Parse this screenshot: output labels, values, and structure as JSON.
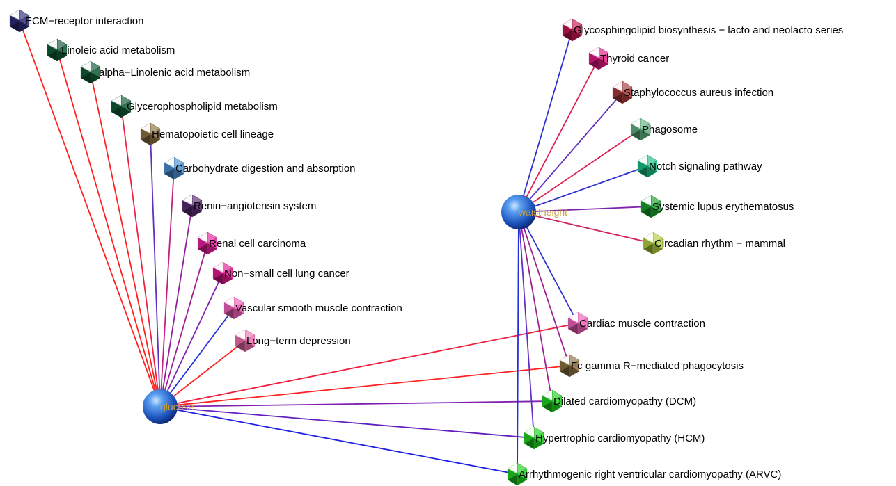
{
  "hubs": [
    {
      "id": "glucose",
      "label": "glucose"
    },
    {
      "id": "waistheight",
      "label": "waistheight"
    }
  ],
  "nodes": [
    {
      "id": "ecm",
      "label": "ECM−receptor interaction",
      "color": "#2a2a78"
    },
    {
      "id": "linoleic",
      "label": "Linoleic acid metabolism",
      "color": "#0f5a34"
    },
    {
      "id": "alpha_linolenic",
      "label": "alpha−Linolenic acid metabolism",
      "color": "#0f5a34"
    },
    {
      "id": "glycerophospholipid",
      "label": "Glycerophospholipid metabolism",
      "color": "#0f5a34"
    },
    {
      "id": "hematopoietic",
      "label": "Hematopoietic cell lineage",
      "color": "#8a7040"
    },
    {
      "id": "carbohydrate",
      "label": "Carbohydrate digestion and absorption",
      "color": "#4a8ed0"
    },
    {
      "id": "renin",
      "label": "Renin−angiotensin system",
      "color": "#5a2a70"
    },
    {
      "id": "renal",
      "label": "Renal cell carcinoma",
      "color": "#e8209a"
    },
    {
      "id": "nsclc",
      "label": "Non−small cell lung cancer",
      "color": "#e01890"
    },
    {
      "id": "vascular",
      "label": "Vascular smooth muscle contraction",
      "color": "#f060b8"
    },
    {
      "id": "ltd",
      "label": "Long−term depression",
      "color": "#f070b0"
    },
    {
      "id": "glycosphingolipid",
      "label": "Glycosphingolipid biosynthesis − lacto and neolacto series",
      "color": "#c01850"
    },
    {
      "id": "thyroid",
      "label": "Thyroid cancer",
      "color": "#e01880"
    },
    {
      "id": "staph",
      "label": "Staphylococcus aureus infection",
      "color": "#a83a3a"
    },
    {
      "id": "phagosome",
      "label": "Phagosome",
      "color": "#60b080"
    },
    {
      "id": "notch",
      "label": "Notch signaling pathway",
      "color": "#18c080"
    },
    {
      "id": "sle",
      "label": "Systemic lupus erythematosus",
      "color": "#18a030"
    },
    {
      "id": "circadian",
      "label": "Circadian rhythm − mammal",
      "color": "#b0d040"
    },
    {
      "id": "cardiac",
      "label": "Cardiac muscle contraction",
      "color": "#f060b8"
    },
    {
      "id": "fcgamma",
      "label": "Fc gamma R−mediated phagocytosis",
      "color": "#8a7040"
    },
    {
      "id": "dcm",
      "label": "Dilated cardiomyopathy (DCM)",
      "color": "#20d020"
    },
    {
      "id": "hcm",
      "label": "Hypertrophic cardiomyopathy (HCM)",
      "color": "#20d020"
    },
    {
      "id": "arvc",
      "label": "Arrhythmogenic right ventricular cardiomyopathy (ARVC)",
      "color": "#20d020"
    }
  ],
  "edges": [
    {
      "source": "glucose",
      "target": "ecm",
      "color": "#ff2020"
    },
    {
      "source": "glucose",
      "target": "linoleic",
      "color": "#ff2020"
    },
    {
      "source": "glucose",
      "target": "alpha_linolenic",
      "color": "#ff2020"
    },
    {
      "source": "glucose",
      "target": "glycerophospholipid",
      "color": "#ee2040"
    },
    {
      "source": "glucose",
      "target": "hematopoietic",
      "color": "#6030c0"
    },
    {
      "source": "glucose",
      "target": "carbohydrate",
      "color": "#c02080"
    },
    {
      "source": "glucose",
      "target": "renin",
      "color": "#9020a0"
    },
    {
      "source": "glucose",
      "target": "renal",
      "color": "#a02090"
    },
    {
      "source": "glucose",
      "target": "nsclc",
      "color": "#8020b0"
    },
    {
      "source": "glucose",
      "target": "vascular",
      "color": "#2030e0"
    },
    {
      "source": "glucose",
      "target": "ltd",
      "color": "#ff2020"
    },
    {
      "source": "glucose",
      "target": "cardiac",
      "color": "#ee2040"
    },
    {
      "source": "glucose",
      "target": "fcgamma",
      "color": "#ff2020"
    },
    {
      "source": "glucose",
      "target": "dcm",
      "color": "#8020b0"
    },
    {
      "source": "glucose",
      "target": "hcm",
      "color": "#6020c0"
    },
    {
      "source": "glucose",
      "target": "arvc",
      "color": "#2020e0"
    },
    {
      "source": "waistheight",
      "target": "glycosphingolipid",
      "color": "#3030d0"
    },
    {
      "source": "waistheight",
      "target": "thyroid",
      "color": "#e02050"
    },
    {
      "source": "waistheight",
      "target": "staph",
      "color": "#6030c0"
    },
    {
      "source": "waistheight",
      "target": "phagosome",
      "color": "#e02050"
    },
    {
      "source": "waistheight",
      "target": "notch",
      "color": "#3030d0"
    },
    {
      "source": "waistheight",
      "target": "sle",
      "color": "#8020b0"
    },
    {
      "source": "waistheight",
      "target": "circadian",
      "color": "#d02060"
    },
    {
      "source": "waistheight",
      "target": "cardiac",
      "color": "#3030d0"
    },
    {
      "source": "waistheight",
      "target": "fcgamma",
      "color": "#a02090"
    },
    {
      "source": "waistheight",
      "target": "dcm",
      "color": "#a02090"
    },
    {
      "source": "waistheight",
      "target": "hcm",
      "color": "#6030c0"
    },
    {
      "source": "waistheight",
      "target": "arvc",
      "color": "#2030e0"
    }
  ]
}
